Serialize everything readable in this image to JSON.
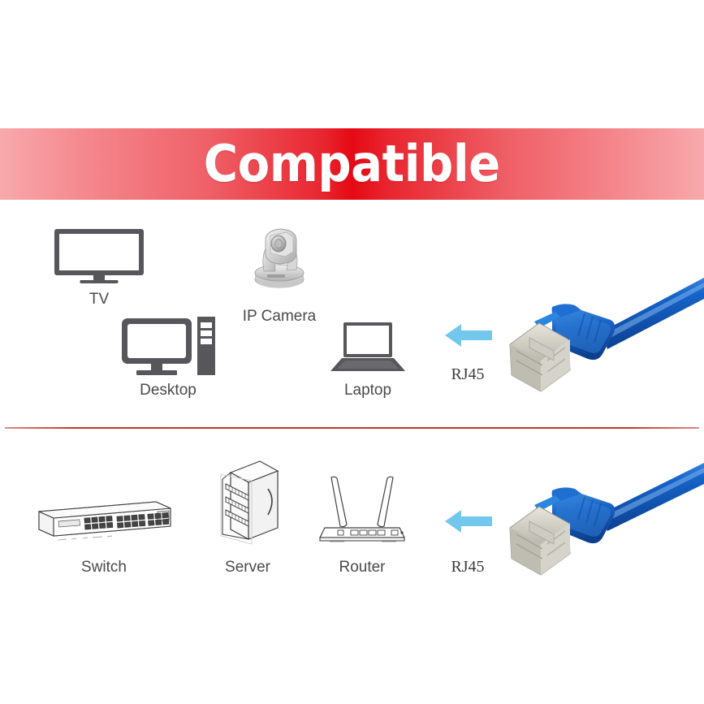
{
  "banner": {
    "title": "Compatible",
    "bg_gradient_center": "#e50914",
    "bg_gradient_edge": "#f8a9ac",
    "text_color": "#ffffff"
  },
  "divider": {
    "color": "#c0392b"
  },
  "colors": {
    "icon_gray": "#57575b",
    "line_art": "#3c3c3c",
    "arrow_blue": "#72c8ec",
    "cable_blue": "#1464c8",
    "connector_silver": "#c9c6bd",
    "label_gray": "#4a4a4a"
  },
  "sections": [
    {
      "id": "endpoints",
      "devices": [
        {
          "id": "tv",
          "label": "TV",
          "icon": "television-icon"
        },
        {
          "id": "ip-camera",
          "label": "IP Camera",
          "icon": "ip-camera-icon"
        },
        {
          "id": "desktop",
          "label": "Desktop",
          "icon": "desktop-computer-icon"
        },
        {
          "id": "laptop",
          "label": "Laptop",
          "icon": "laptop-icon"
        }
      ],
      "connector": {
        "label": "RJ45",
        "icon": "rj45-cable-icon",
        "arrow": {
          "icon": "arrow-left-icon",
          "direction": "left"
        }
      }
    },
    {
      "id": "network-gear",
      "devices": [
        {
          "id": "switch",
          "label": "Switch",
          "icon": "network-switch-icon"
        },
        {
          "id": "server",
          "label": "Server",
          "icon": "server-rack-icon"
        },
        {
          "id": "router",
          "label": "Router",
          "icon": "wireless-router-icon"
        }
      ],
      "connector": {
        "label": "RJ45",
        "icon": "rj45-cable-icon",
        "arrow": {
          "icon": "arrow-left-icon",
          "direction": "left"
        }
      }
    }
  ]
}
